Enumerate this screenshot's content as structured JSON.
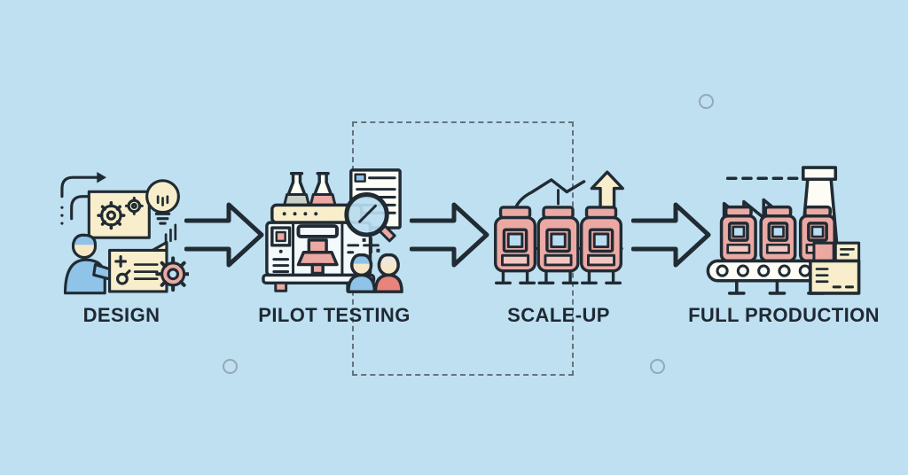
{
  "diagram": {
    "type": "process-flow",
    "stages": [
      {
        "id": "design",
        "label": "DESIGN",
        "icon": "design-icon"
      },
      {
        "id": "pilot-testing",
        "label": "PILOT TESTING",
        "icon": "pilot-testing-icon"
      },
      {
        "id": "scale-up",
        "label": "SCALE-UP",
        "icon": "scale-up-icon"
      },
      {
        "id": "full-production",
        "label": "FULL PRODUCTION",
        "icon": "full-production-icon"
      }
    ],
    "connectors": {
      "count": 3,
      "icon": "right-arrow-outline-icon"
    },
    "decorations": {
      "dashed_box_around": "pilot-testing / scale-up area",
      "small_circles_count": 3
    }
  },
  "colors": {
    "background": "#bee0f1",
    "outline": "#202b33",
    "cream": "#f8eecb",
    "pink": "#eca9a4",
    "pink_light": "#f4c6c0",
    "blue_fill": "#8fc3e8",
    "panel_white": "#f4f9fc",
    "lens_blue": "#b9dcf0",
    "red_shirt": "#e9837b",
    "skin": "#f6e7c6",
    "label_text": "#1f2933",
    "dashed_border": "#64747e",
    "decor_circle": "#93a9b6"
  }
}
